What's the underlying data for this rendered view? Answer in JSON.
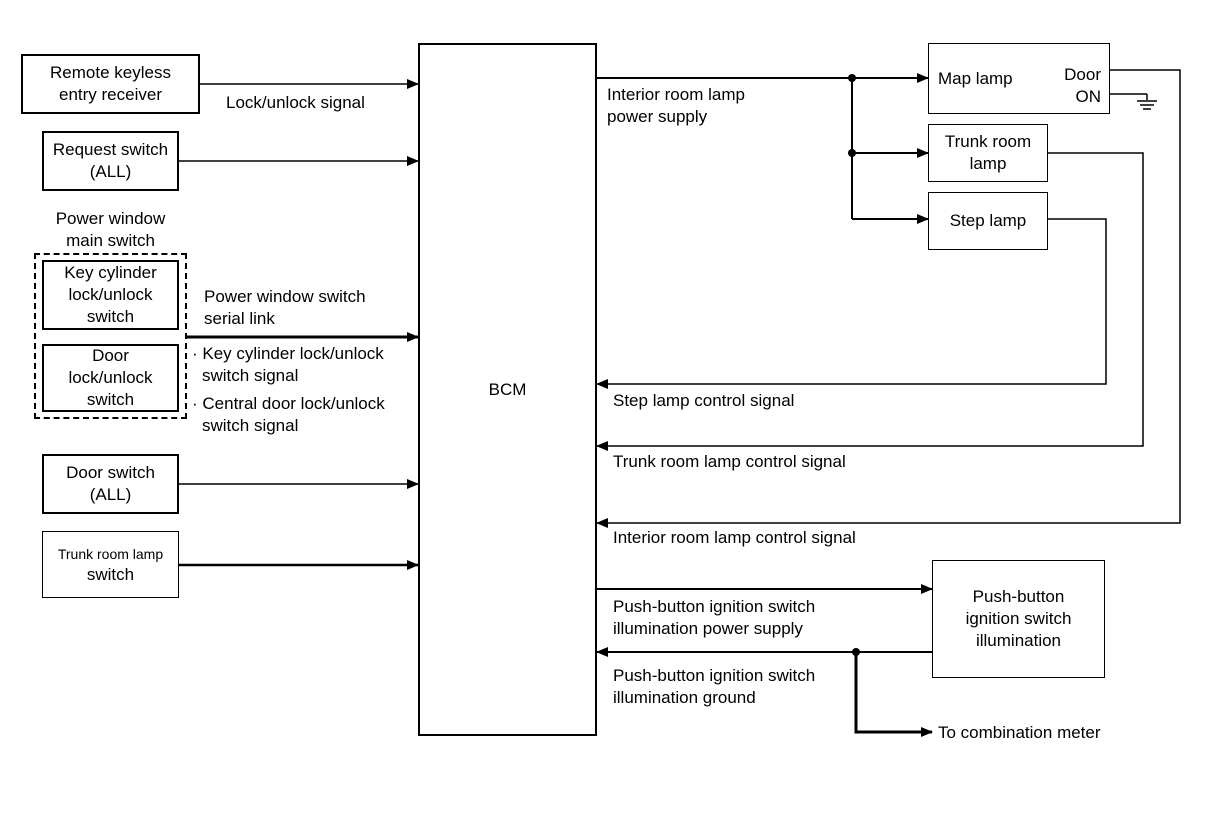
{
  "bcm": {
    "label": "BCM"
  },
  "inputs": {
    "remote_keyless": [
      "Remote keyless",
      "entry receiver"
    ],
    "request_switch": [
      "Request switch",
      "(ALL)"
    ],
    "power_window_main_switch": [
      "Power window",
      "main switch"
    ],
    "key_cylinder_switch": [
      "Key cylinder",
      "lock/unlock",
      "switch"
    ],
    "door_lock_switch": [
      "Door",
      "lock/unlock",
      "switch"
    ],
    "door_switch": [
      "Door switch",
      "(ALL)"
    ],
    "trunk_room_lamp_switch": [
      "Trunk room lamp",
      "switch"
    ]
  },
  "input_signals": {
    "lock_unlock": "Lock/unlock signal",
    "pw_serial_link": [
      "Power window switch",
      "serial link"
    ],
    "key_cyl_signal": [
      "Key cylinder lock/unlock",
      "switch signal"
    ],
    "central_door_signal": [
      "Central door lock/unlock",
      "switch signal"
    ]
  },
  "outputs": {
    "map_lamp": "Map lamp",
    "door_on": [
      "Door",
      "ON"
    ],
    "trunk_room_lamp": [
      "Trunk room",
      "lamp"
    ],
    "step_lamp": "Step lamp",
    "push_button_illum": [
      "Push-button",
      "ignition switch",
      "illumination"
    ]
  },
  "output_signals": {
    "interior_power": [
      "Interior room lamp",
      "power supply"
    ],
    "step_control": "Step lamp control signal",
    "trunk_control": "Trunk room lamp control signal",
    "interior_control": "Interior room lamp control signal",
    "pb_power": [
      "Push-button ignition switch",
      "illumination power supply"
    ],
    "pb_ground": [
      "Push-button ignition switch",
      "illumination ground"
    ],
    "to_meter": "To combination meter"
  }
}
